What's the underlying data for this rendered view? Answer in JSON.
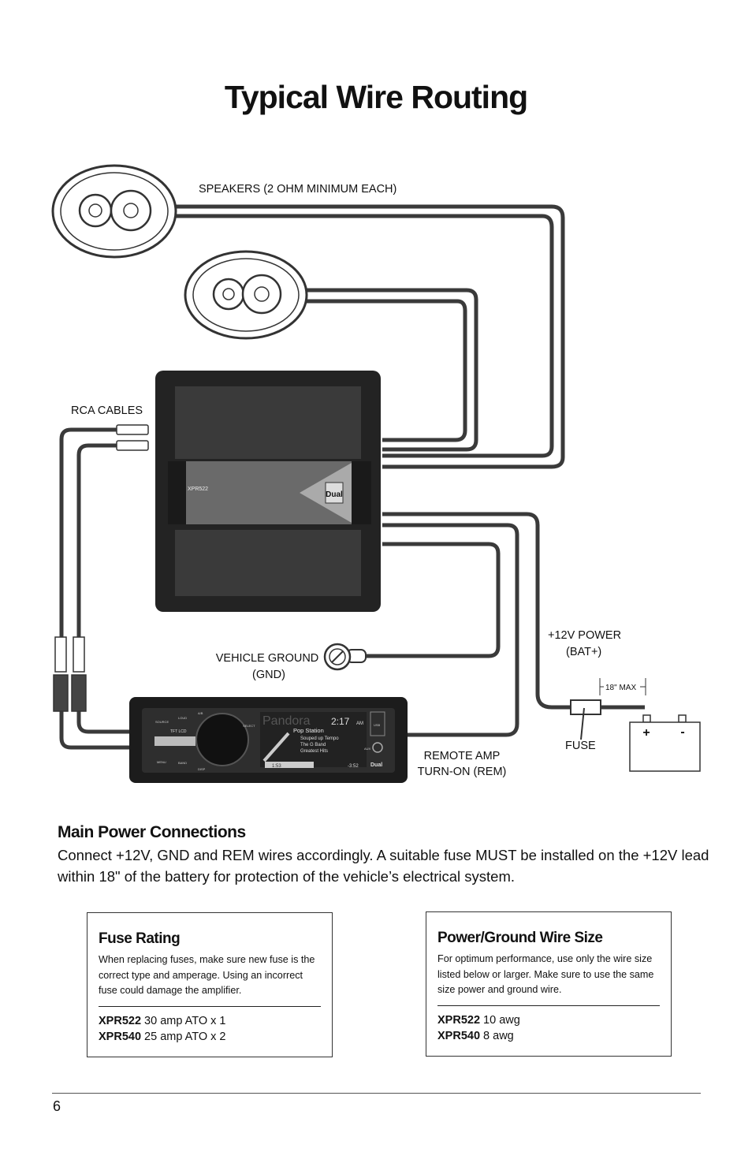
{
  "title": "Typical Wire Routing",
  "diagram": {
    "speakers_label": "SPEAKERS  (2 OHM MINIMUM EACH)",
    "rca_label": "RCA CABLES",
    "ground_label_1": "VEHICLE GROUND",
    "ground_label_2": "(GND)",
    "power_label_1": "+12V POWER",
    "power_label_2": "(BAT+)",
    "max_label": "18\" MAX",
    "fuse_label": "FUSE",
    "remote_label_1": "REMOTE AMP",
    "remote_label_2": "TURN-ON (REM)",
    "battery_plus": "+",
    "battery_minus": "-",
    "amp": {
      "model": "XPR522",
      "brand": "Dual"
    },
    "radio": {
      "source": "Pandora",
      "time": "2:17",
      "ampm": "AM",
      "station": "Pop Station",
      "track": "Souped up Tempo",
      "artist": "The G Band",
      "album": "Greatest Hits",
      "elapsed": "1:53",
      "remaining": "-3:52",
      "buttons": [
        "SOURCE",
        "LOUD",
        "A/B",
        "TFT LCD",
        "MENU",
        "BAND",
        "DISP",
        "USB",
        "AUX",
        "SELECT"
      ],
      "brand": "Dual"
    }
  },
  "main_power": {
    "title": "Main Power Connections",
    "text": "Connect +12V, GND and REM wires accordingly. A suitable fuse MUST be installed on the +12V lead within 18\" of the battery for protection of the vehicle’s electrical system."
  },
  "fuse_rating": {
    "title": "Fuse Rating",
    "text": "When replacing fuses, make sure new fuse is the correct type and amperage. Using an incorrect fuse could damage the amplifier.",
    "rows": [
      {
        "model": "XPR522",
        "value": "30 amp ATO x 1"
      },
      {
        "model": "XPR540",
        "value": "25 amp ATO x 2"
      }
    ]
  },
  "wire_size": {
    "title": "Power/Ground Wire Size",
    "text": "For optimum performance, use only the wire size listed below or larger. Make sure to use the same size power and ground wire.",
    "rows": [
      {
        "model": "XPR522",
        "value": "10 awg"
      },
      {
        "model": "XPR540",
        "value": "8 awg"
      }
    ]
  },
  "page_number": "6",
  "colors": {
    "wire": "#3a3a3a",
    "amp": "#2a2a2a",
    "text": "#111111"
  }
}
